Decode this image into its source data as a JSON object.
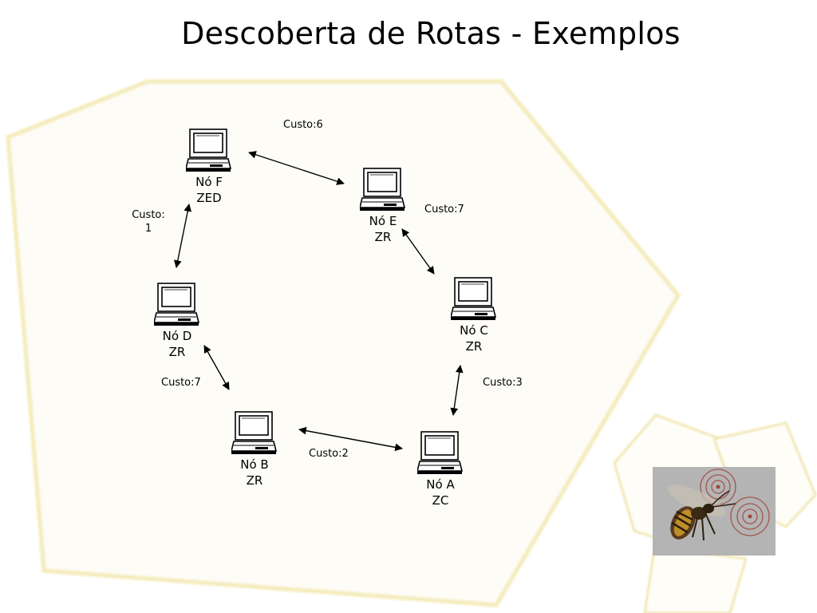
{
  "slide": {
    "title": "Descoberta de Rotas - Exemplos"
  },
  "nodes": [
    {
      "id": "F",
      "name": "Nó F",
      "role": "ZED"
    },
    {
      "id": "E",
      "name": "Nó E",
      "role": "ZR"
    },
    {
      "id": "C",
      "name": "Nó C",
      "role": "ZR"
    },
    {
      "id": "D",
      "name": "Nó D",
      "role": "ZR"
    },
    {
      "id": "B",
      "name": "Nó B",
      "role": "ZR"
    },
    {
      "id": "A",
      "name": "Nó A",
      "role": "ZC"
    }
  ],
  "links": [
    {
      "from": "F",
      "to": "E",
      "cost_label": "Custo:6"
    },
    {
      "from": "E",
      "to": "C",
      "cost_label": "Custo:7"
    },
    {
      "from": "C",
      "to": "A",
      "cost_label": "Custo:3"
    },
    {
      "from": "A",
      "to": "B",
      "cost_label": "Custo:2"
    },
    {
      "from": "B",
      "to": "D",
      "cost_label": "Custo:7"
    },
    {
      "from": "D",
      "to": "F",
      "cost_label_line1": "Custo:",
      "cost_label_line2": "1"
    }
  ],
  "decor": {
    "frame_color": "#f0e4a0",
    "panel_color": "#b4b4b4",
    "target_color": "#a0463c",
    "icons": [
      "computer-icon",
      "wasp-icon",
      "target-icon"
    ]
  }
}
